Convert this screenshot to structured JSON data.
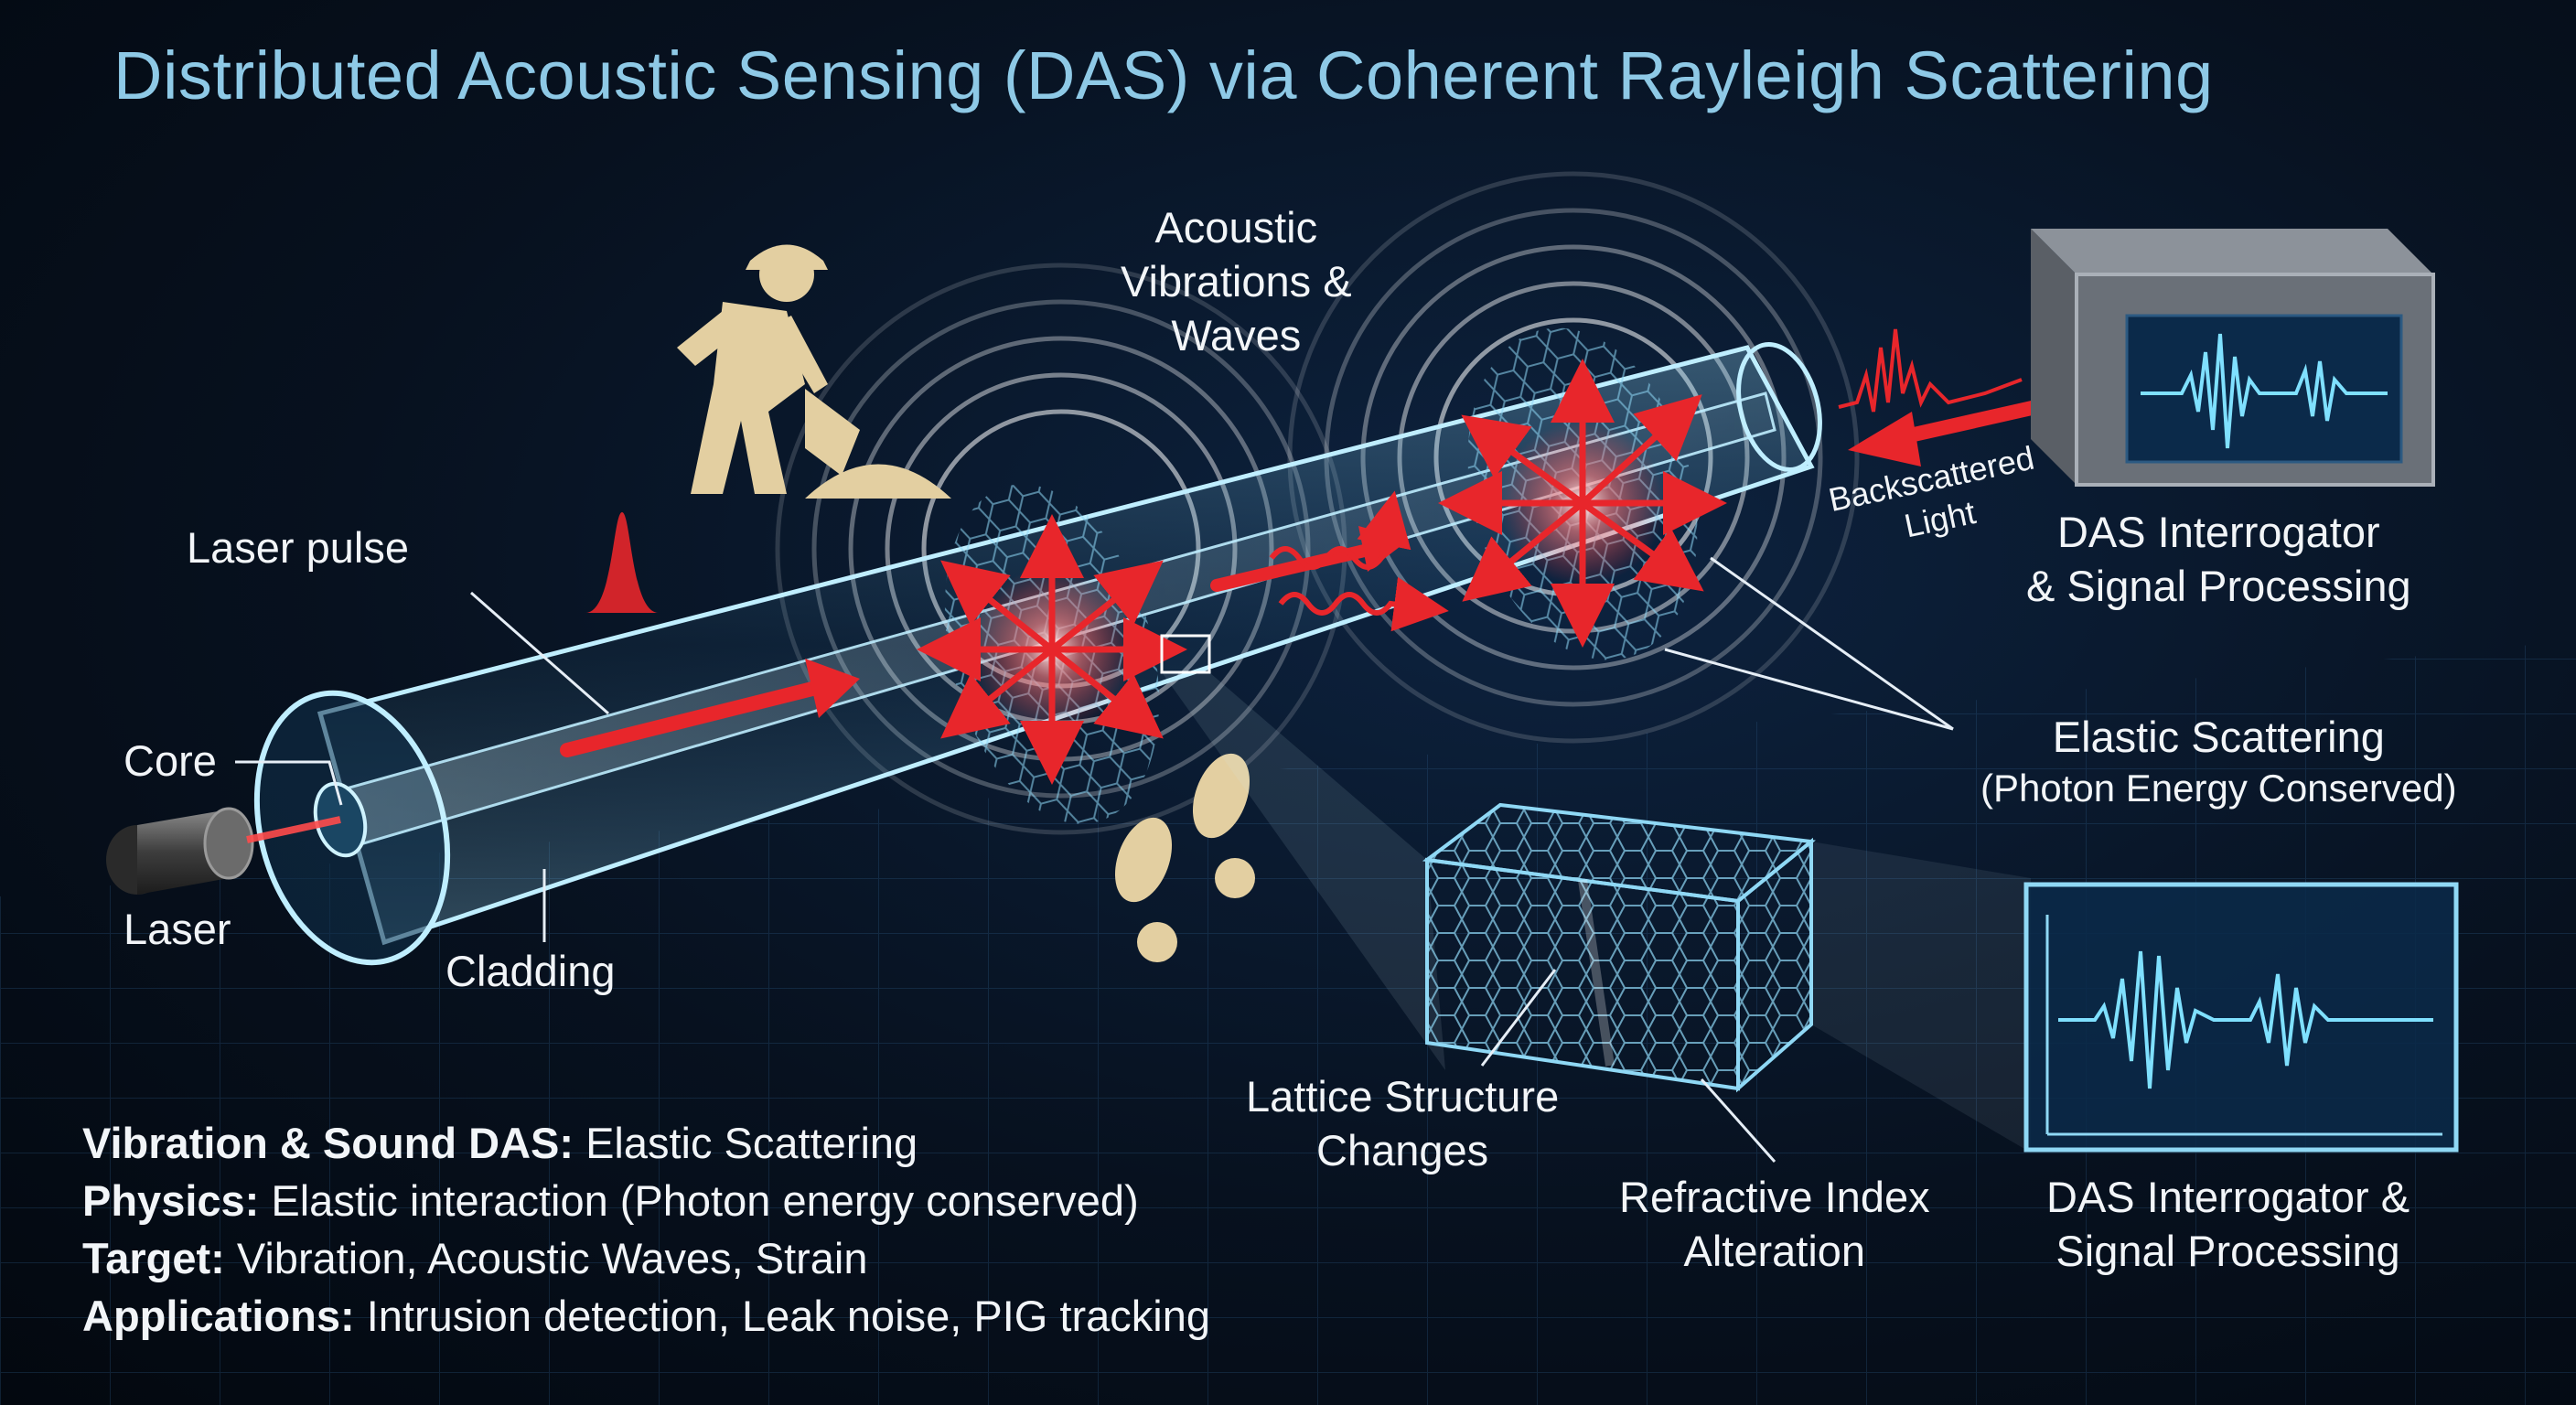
{
  "title": "Distributed Acoustic Sensing (DAS) via Coherent Rayleigh Scattering",
  "labels": {
    "acoustic": [
      "Acoustic",
      "Vibrations &",
      "Waves"
    ],
    "laser_pulse": "Laser pulse",
    "core": "Core",
    "laser": "Laser",
    "cladding": "Cladding",
    "backscattered": [
      "Backscattered",
      "Light"
    ],
    "interrogator_top": [
      "DAS Interrogator",
      "& Signal Processing"
    ],
    "elastic": [
      "Elastic Scattering",
      "(Photon Energy Conserved)"
    ],
    "lattice": [
      "Lattice Structure",
      "Changes"
    ],
    "refractive": [
      "Refractive Index",
      "Alteration"
    ],
    "interrogator_bottom": [
      "DAS Interrogator &",
      "Signal Processing"
    ]
  },
  "legend": [
    {
      "key": "Vibration & Sound DAS:",
      "value": " Elastic Scattering"
    },
    {
      "key": "Physics:",
      "value": " Elastic interaction (Photon energy conserved)"
    },
    {
      "key": "Target:",
      "value": " Vibration, Acoustic Waves, Strain"
    },
    {
      "key": "Applications:",
      "value": " Intrusion detection, Leak noise, PIG tracking"
    }
  ],
  "icons": [
    "worker-digging-icon",
    "footprints-icon",
    "laser-icon",
    "monitor-icon"
  ],
  "colors": {
    "title": "#8ec9e6",
    "fiber": "#9fe3ff",
    "arrow": "#e8262b",
    "waveform": "#7fe0ff",
    "worker": "#e3cfa1"
  }
}
